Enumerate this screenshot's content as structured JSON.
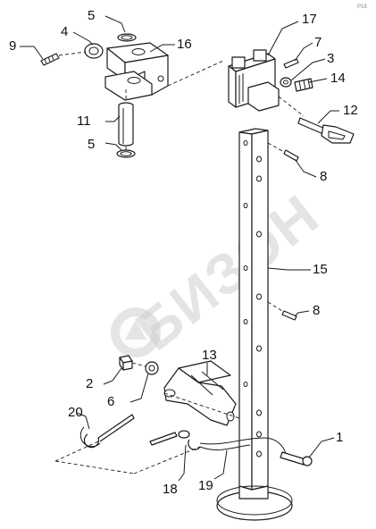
{
  "watermark": {
    "text": "БИЗОН"
  },
  "corner_code": "P18",
  "callouts": [
    {
      "id": "1",
      "label": "1"
    },
    {
      "id": "2",
      "label": "2"
    },
    {
      "id": "3",
      "label": "3"
    },
    {
      "id": "4",
      "label": "4"
    },
    {
      "id": "5a",
      "label": "5"
    },
    {
      "id": "5b",
      "label": "5"
    },
    {
      "id": "6",
      "label": "6"
    },
    {
      "id": "7",
      "label": "7"
    },
    {
      "id": "8a",
      "label": "8"
    },
    {
      "id": "8b",
      "label": "8"
    },
    {
      "id": "9",
      "label": "9"
    },
    {
      "id": "11",
      "label": "11"
    },
    {
      "id": "12",
      "label": "12"
    },
    {
      "id": "13",
      "label": "13"
    },
    {
      "id": "14",
      "label": "14"
    },
    {
      "id": "15",
      "label": "15"
    },
    {
      "id": "16",
      "label": "16"
    },
    {
      "id": "17",
      "label": "17"
    },
    {
      "id": "18",
      "label": "18"
    },
    {
      "id": "19",
      "label": "19"
    },
    {
      "id": "20",
      "label": "20"
    }
  ],
  "colors": {
    "line": "#1a1a1a",
    "watermark": "#cfcfcf",
    "background": "#ffffff"
  }
}
